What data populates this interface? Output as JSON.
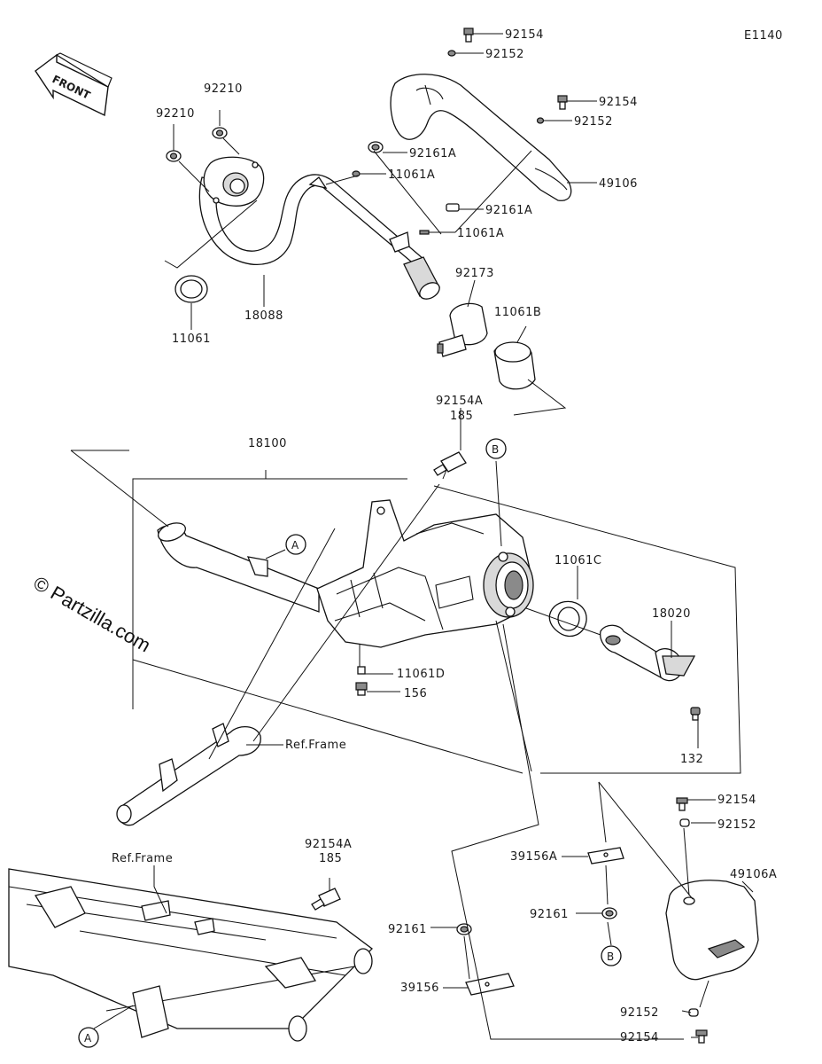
{
  "diagram_code": "E1140",
  "front_label": "FRONT",
  "watermark": "© Partzilla.com",
  "callouts": {
    "a_upper": "A",
    "a_lower": "A",
    "b_upper": "B",
    "b_lower": "B"
  },
  "labels": {
    "p92154_top1": "92154",
    "p92152_top1": "92152",
    "p92154_top2": "92154",
    "p92152_top2": "92152",
    "p92210_a": "92210",
    "p92210_b": "92210",
    "p92161A_1": "92161A",
    "p11061A_1": "11061A",
    "p49106": "49106",
    "p92161A_2": "92161A",
    "p11061A_2": "11061A",
    "p92173": "92173",
    "p11061B": "11061B",
    "p11061": "11061",
    "p18088": "18088",
    "p92154A_1": "92154A",
    "p185_1": "185",
    "p18100": "18100",
    "p11061C": "11061C",
    "p18020": "18020",
    "p11061D": "11061D",
    "p156": "156",
    "p132": "132",
    "ref_frame_1": "Ref.Frame",
    "ref_frame_2": "Ref.Frame",
    "p92154A_2": "92154A",
    "p185_2": "185",
    "p92154_r1": "92154",
    "p92152_r1": "92152",
    "p39156A": "39156A",
    "p49106A": "49106A",
    "p92161_1": "92161",
    "p92161_2": "92161",
    "p39156": "39156",
    "p92152_r2": "92152",
    "p92154_r2": "92154"
  }
}
